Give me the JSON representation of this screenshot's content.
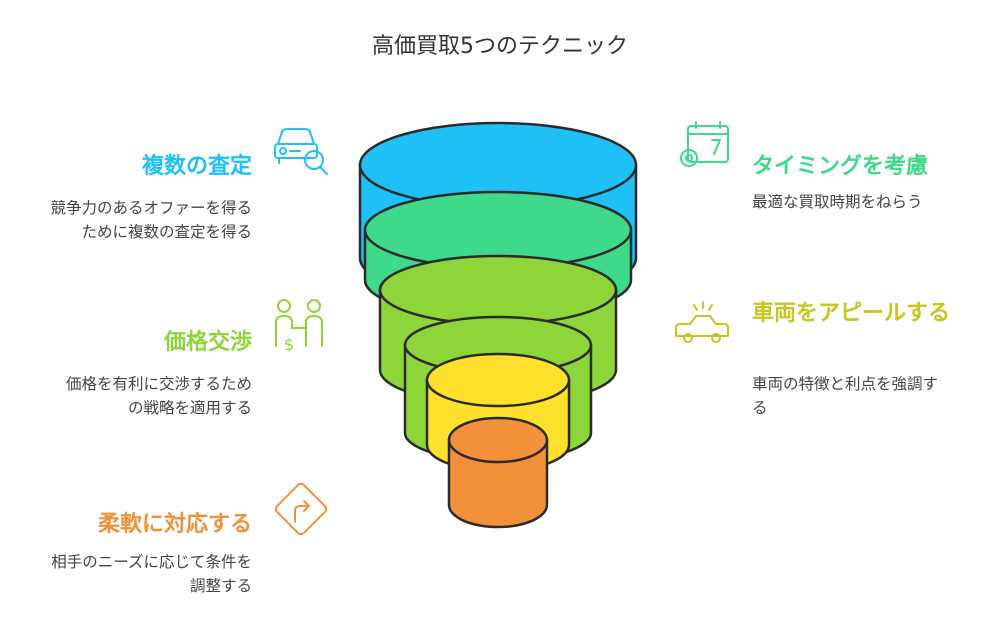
{
  "title": "高価買取5つのテクニック",
  "items": [
    {
      "heading": "複数の査定",
      "desc": "競争力のあるオファーを得るために複数の査定を得る",
      "color": "#1ec0f5",
      "icon": "car-magnifier-icon"
    },
    {
      "heading": "タイミングを考慮",
      "desc": "最適な買取時期をねらう",
      "color": "#3fd98a",
      "icon": "calendar-gear-icon"
    },
    {
      "heading": "価格交渉",
      "desc": "価格を有利に交渉するための戦略を適用する",
      "color": "#8ed53a",
      "icon": "negotiation-people-icon"
    },
    {
      "heading": "車両をアピールする",
      "desc": "車両の特徴と利点を強調する",
      "color": "#c6c61d",
      "icon": "car-highlight-icon"
    },
    {
      "heading": "柔軟に対応する",
      "desc": "相手のニーズに応じて条件を調整する",
      "color": "#f3913a",
      "icon": "detour-sign-icon"
    }
  ]
}
